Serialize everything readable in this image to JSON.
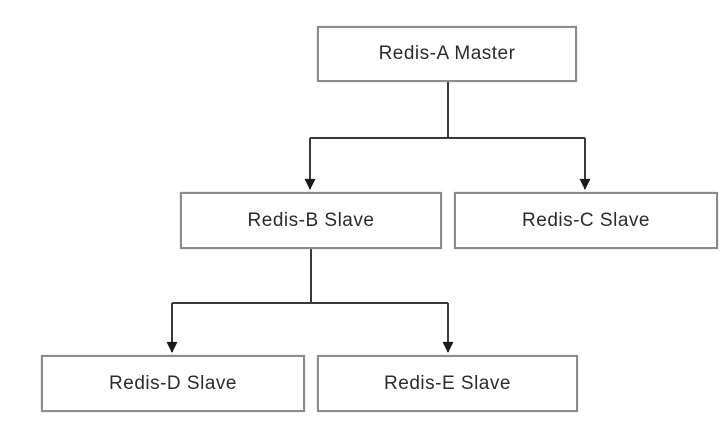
{
  "diagram": {
    "type": "flowchart-tree",
    "nodes": [
      {
        "id": "redis-a",
        "label": "Redis-A Master"
      },
      {
        "id": "redis-b",
        "label": "Redis-B Slave"
      },
      {
        "id": "redis-c",
        "label": "Redis-C Slave"
      },
      {
        "id": "redis-d",
        "label": "Redis-D Slave"
      },
      {
        "id": "redis-e",
        "label": "Redis-E Slave"
      }
    ],
    "edges": [
      {
        "from": "redis-a",
        "to": "redis-b",
        "arrow": "true"
      },
      {
        "from": "redis-a",
        "to": "redis-c",
        "arrow": "true"
      },
      {
        "from": "redis-b",
        "to": "redis-d",
        "arrow": "true"
      },
      {
        "from": "redis-b",
        "to": "redis-e",
        "arrow": "true"
      }
    ],
    "colors": {
      "background": "#ffffff",
      "node_fill": "#ffffff",
      "node_border": "#8c8c8c",
      "edge_line": "#3a3a3a",
      "arrowhead": "#1a1a1a",
      "text": "#2b2b2b"
    }
  }
}
